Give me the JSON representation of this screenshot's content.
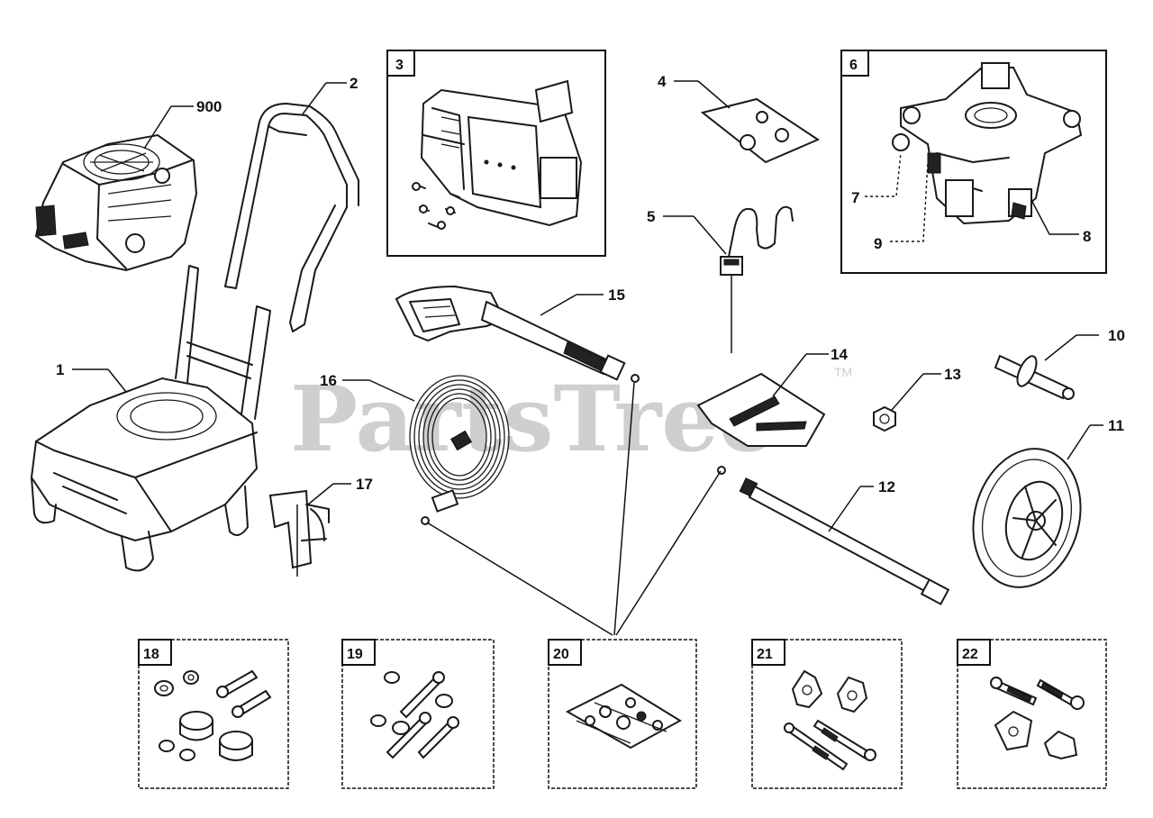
{
  "watermark": {
    "text": "PartsTree",
    "trademark": "TM"
  },
  "callouts": [
    {
      "id": "c900",
      "label": "900"
    },
    {
      "id": "c2",
      "label": "2"
    },
    {
      "id": "c1",
      "label": "1"
    },
    {
      "id": "c4",
      "label": "4"
    },
    {
      "id": "c5",
      "label": "5"
    },
    {
      "id": "c7",
      "label": "7"
    },
    {
      "id": "c8",
      "label": "8"
    },
    {
      "id": "c9",
      "label": "9"
    },
    {
      "id": "c10",
      "label": "10"
    },
    {
      "id": "c11",
      "label": "11"
    },
    {
      "id": "c12",
      "label": "12"
    },
    {
      "id": "c13",
      "label": "13"
    },
    {
      "id": "c14",
      "label": "14"
    },
    {
      "id": "c15",
      "label": "15"
    },
    {
      "id": "c16",
      "label": "16"
    },
    {
      "id": "c17",
      "label": "17"
    }
  ],
  "boxes": [
    {
      "id": "b3",
      "label": "3"
    },
    {
      "id": "b6",
      "label": "6"
    },
    {
      "id": "b18",
      "label": "18"
    },
    {
      "id": "b19",
      "label": "19"
    },
    {
      "id": "b20",
      "label": "20"
    },
    {
      "id": "b21",
      "label": "21"
    },
    {
      "id": "b22",
      "label": "22"
    }
  ]
}
